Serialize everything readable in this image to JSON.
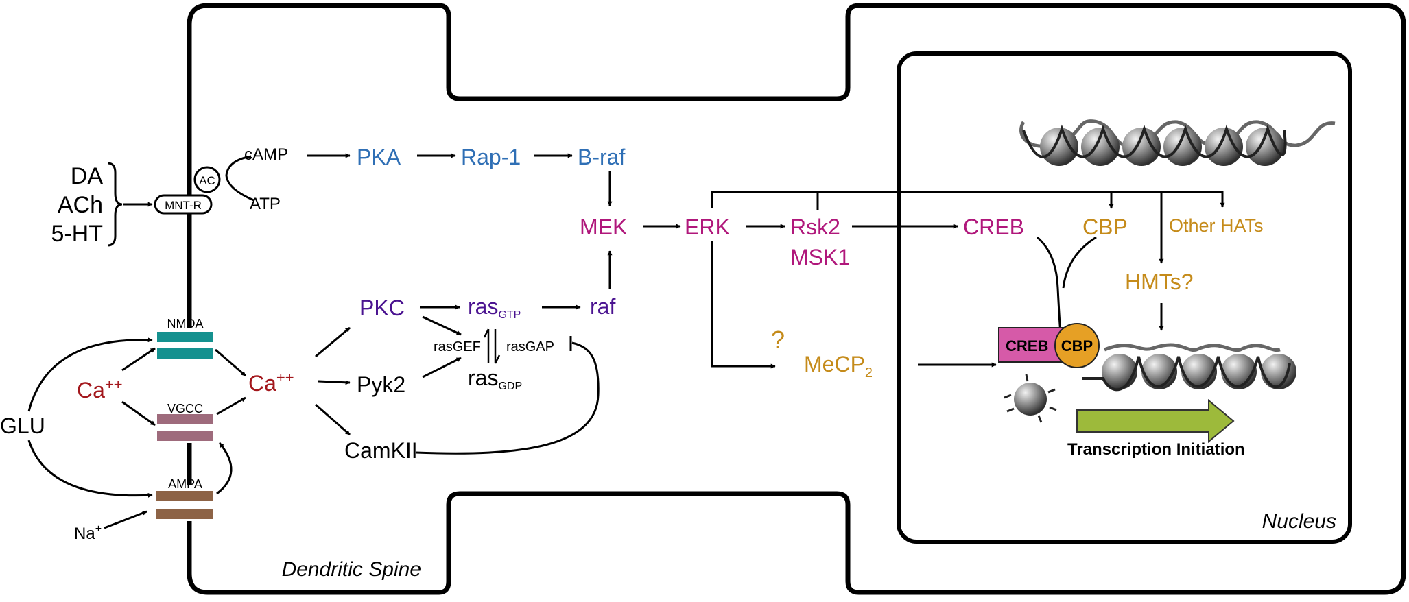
{
  "colors": {
    "blue": "#2f6fb5",
    "magenta": "#b0177b",
    "purple": "#4a1390",
    "red": "#a3171c",
    "gold": "#c58b1a",
    "teal": "#15918f",
    "mauve": "#9e6b7c",
    "brown": "#8d6346",
    "creb_box": "#d65aa8",
    "cbp_circle": "#e6a025",
    "arrow_green": "#9dba3b"
  },
  "labels": {
    "neurotransmitters": [
      "DA",
      "ACh",
      "5-HT"
    ],
    "mnt_r": "MNT-R",
    "ac": "AC",
    "camp": "cAMP",
    "atp": "ATP",
    "pka": "PKA",
    "rap1": "Rap-1",
    "braf": "B-raf",
    "mek": "MEK",
    "erk": "ERK",
    "rsk2": "Rsk2",
    "msk1": "MSK1",
    "creb": "CREB",
    "cbp": "CBP",
    "other_hats": "Other HATs",
    "hmts": "HMTs?",
    "question": "?",
    "mecp": "MeCP",
    "mecp_sub": "2",
    "nmda": "NMDA",
    "vgcc": "VGCC",
    "ampa": "AMPA",
    "ca_left": "Ca",
    "ca_left_sup": "++",
    "ca_mid": "Ca",
    "ca_mid_sup": "++",
    "glu": "GLU",
    "na": "Na",
    "na_sup": "+",
    "pkc": "PKC",
    "pyk2": "Pyk2",
    "camkii": "CamKII",
    "ras_gtp": "ras",
    "ras_gtp_sub": "GTP",
    "ras_gdp": "ras",
    "ras_gdp_sub": "GDP",
    "rasgef": "rasGEF",
    "rasgap": "rasGAP",
    "raf": "raf",
    "creb_box": "CREB",
    "cbp_circle": "CBP",
    "transcription": "Transcription Initiation",
    "nucleus": "Nucleus",
    "dendritic_spine": "Dendritic Spine"
  }
}
